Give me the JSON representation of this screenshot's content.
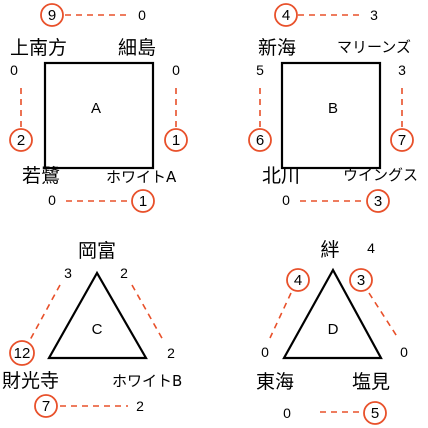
{
  "groups": {
    "A": {
      "label": "A",
      "teams": {
        "top_left": "上南方",
        "top_right": "細島",
        "bottom_left": "若鷺",
        "bottom_right": "ホワイトA"
      },
      "circled": {
        "top": "9",
        "left": "2",
        "right": "1",
        "bottom": "1"
      },
      "scores": {
        "top": "0",
        "left": "0",
        "right": "0",
        "bottom": "0"
      }
    },
    "B": {
      "label": "B",
      "teams": {
        "top_left": "新海",
        "top_right": "マリーンズ",
        "bottom_left": "北川",
        "bottom_right": "ウイングス"
      },
      "circled": {
        "top": "4",
        "left": "6",
        "right": "7",
        "bottom": "3"
      },
      "scores": {
        "top": "3",
        "left": "5",
        "right": "3",
        "bottom": "0"
      }
    },
    "C": {
      "label": "C",
      "teams": {
        "top": "岡富",
        "bottom_left": "財光寺",
        "bottom_right": "ホワイトB"
      },
      "circled": {
        "left": "12",
        "bottom": "7"
      },
      "scores": {
        "left": "3",
        "right_top": "2",
        "right_bottom": "2",
        "bottom": "2"
      }
    },
    "D": {
      "label": "D",
      "teams": {
        "top": "絆",
        "bottom_left": "東海",
        "bottom_right": "塩見"
      },
      "circled": {
        "left": "4",
        "right": "3",
        "bottom": "5"
      },
      "scores": {
        "top": "4",
        "left": "0",
        "right": "0",
        "bottom": "0"
      }
    }
  },
  "colors": {
    "accent": "#e8502a",
    "line": "#000000",
    "background": "#ffffff"
  }
}
